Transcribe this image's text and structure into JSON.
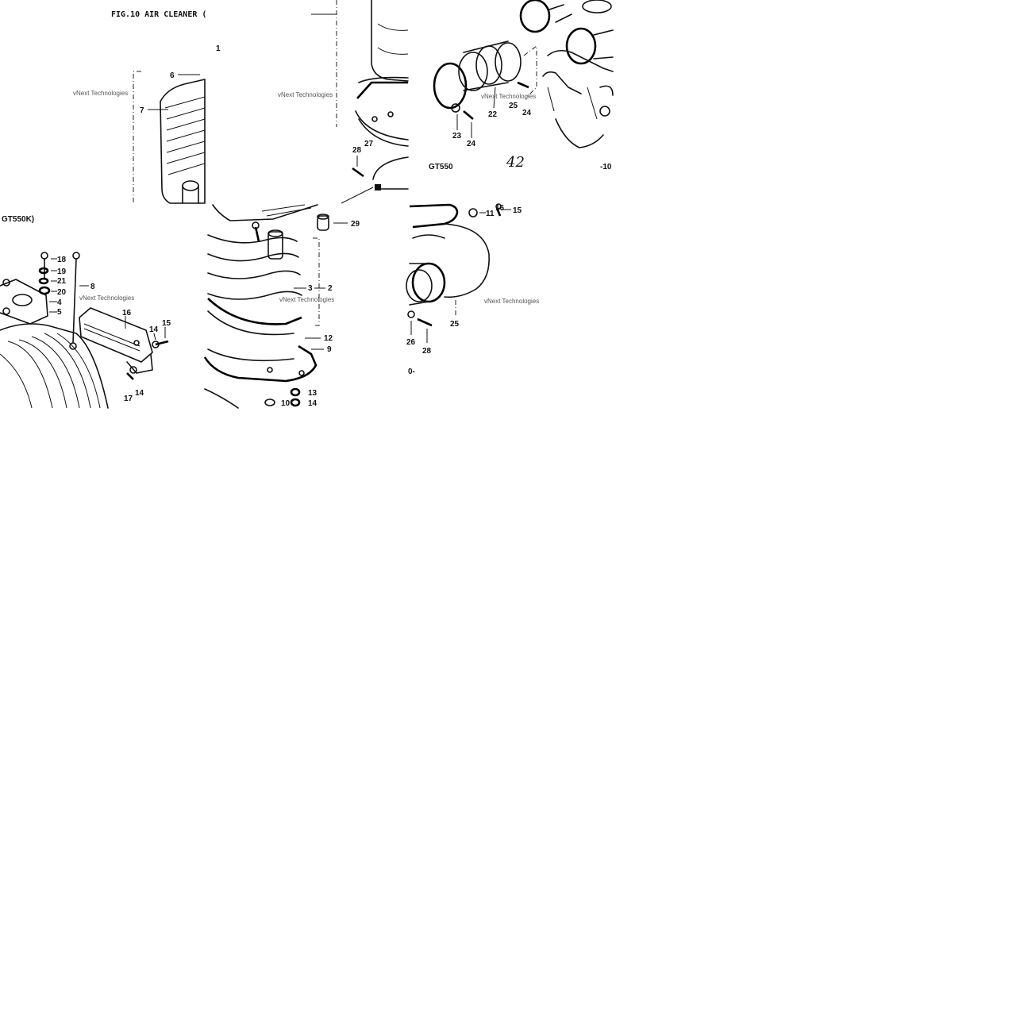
{
  "figure": {
    "title": "FIG.10  AIR CLEANER (",
    "model_top": "GT550",
    "model_left": "GT550K)",
    "page_number_handwritten": "42",
    "page_ref_right": "-10",
    "page_ref_bottom": "0-"
  },
  "watermark": {
    "text": "vNext Technologies"
  },
  "callouts": {
    "c1": "1",
    "c2": "2",
    "c3": "3",
    "c4": "4",
    "c5": "5",
    "c6": "6",
    "c7": "7",
    "c8": "8",
    "c9": "9",
    "c10": "10",
    "c11": "11",
    "c12": "12",
    "c13": "13",
    "c14a": "14",
    "c14b": "14",
    "c14c": "14",
    "c15a": "15",
    "c15b": "15",
    "c16a": "16",
    "c16b": "16",
    "c17": "17",
    "c18": "18",
    "c19": "19",
    "c20": "20",
    "c21": "21",
    "c22": "22",
    "c23": "23",
    "c24a": "24",
    "c24b": "24",
    "c25a": "25",
    "c25b": "25",
    "c26": "26",
    "c27": "27",
    "c28a": "28",
    "c28b": "28",
    "c29": "29"
  }
}
